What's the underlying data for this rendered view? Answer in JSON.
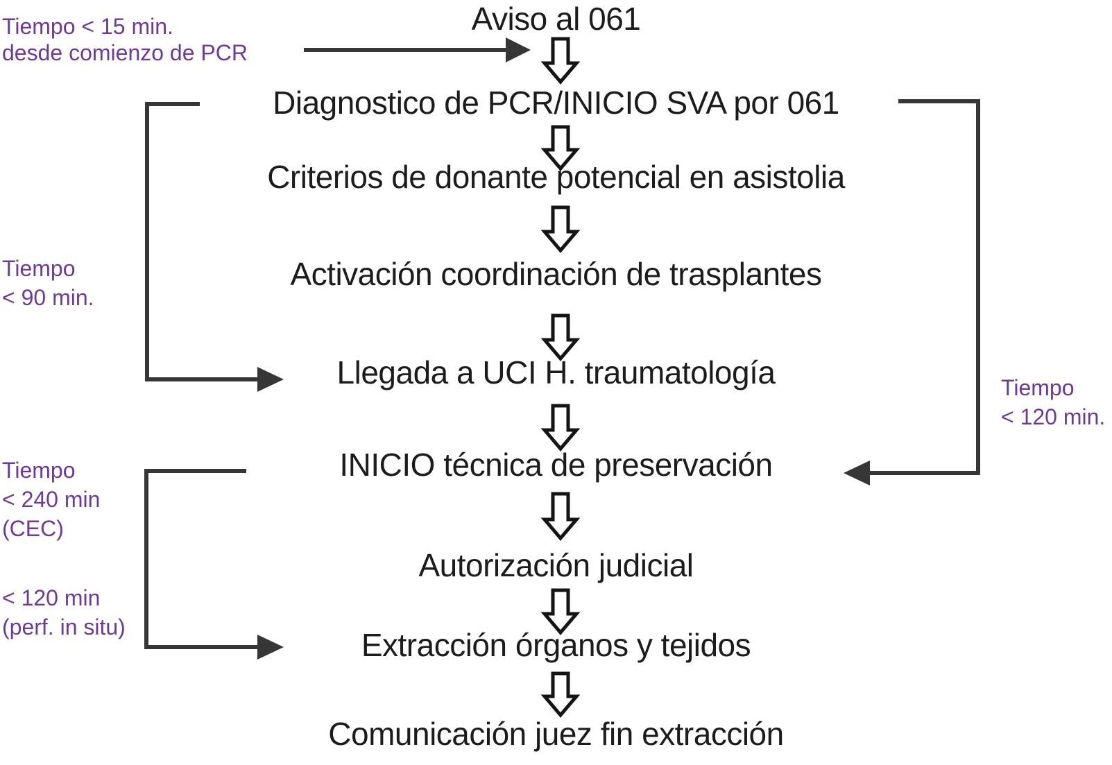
{
  "diagram": {
    "title": "Protocolo de donante en asistolia (flujo con tiempos)",
    "colors": {
      "background": "#ffffff",
      "step_text": "#1c1c1c",
      "connector": "#363636",
      "annotation_text": "#6f3a94"
    },
    "steps": [
      {
        "label": "Aviso al 061"
      },
      {
        "label": "Diagnostico de PCR/INICIO SVA por 061"
      },
      {
        "label": "Criterios de donante potencial en asistolia"
      },
      {
        "label": "Activación coordinación de trasplantes"
      },
      {
        "label": "Llegada a UCI H. traumatología"
      },
      {
        "label": "INICIO técnica de preservación"
      },
      {
        "label": "Autorización judicial"
      },
      {
        "label": "Extracción órganos y tejidos"
      },
      {
        "label": "Comunicación juez fin extracción"
      }
    ],
    "annotations": [
      {
        "id": "tiempo-15",
        "lines": [
          "Tiempo < 15 min.",
          "desde comienzo de PCR"
        ],
        "points_to": "Aviso al 061 → Diagnostico de PCR/INICIO SVA por 061"
      },
      {
        "id": "tiempo-90",
        "lines": [
          "Tiempo",
          "< 90 min."
        ],
        "points_to": "Diagnostico de PCR/INICIO SVA por 061 → Llegada a UCI H. traumatología"
      },
      {
        "id": "tiempo-120-derecha",
        "lines": [
          "Tiempo",
          "< 120 min."
        ],
        "points_to": "Diagnostico de PCR/INICIO SVA por 061 → INICIO técnica de preservación"
      },
      {
        "id": "tiempo-240",
        "lines": [
          "Tiempo",
          "< 240 min",
          "(CEC)"
        ],
        "points_to": "INICIO técnica de preservación → Extracción órganos y tejidos"
      },
      {
        "id": "tiempo-120-izquierda",
        "lines": [
          "< 120 min",
          "(perf. in situ)"
        ],
        "points_to": "INICIO técnica de preservación → Extracción órganos y tejidos"
      }
    ]
  }
}
